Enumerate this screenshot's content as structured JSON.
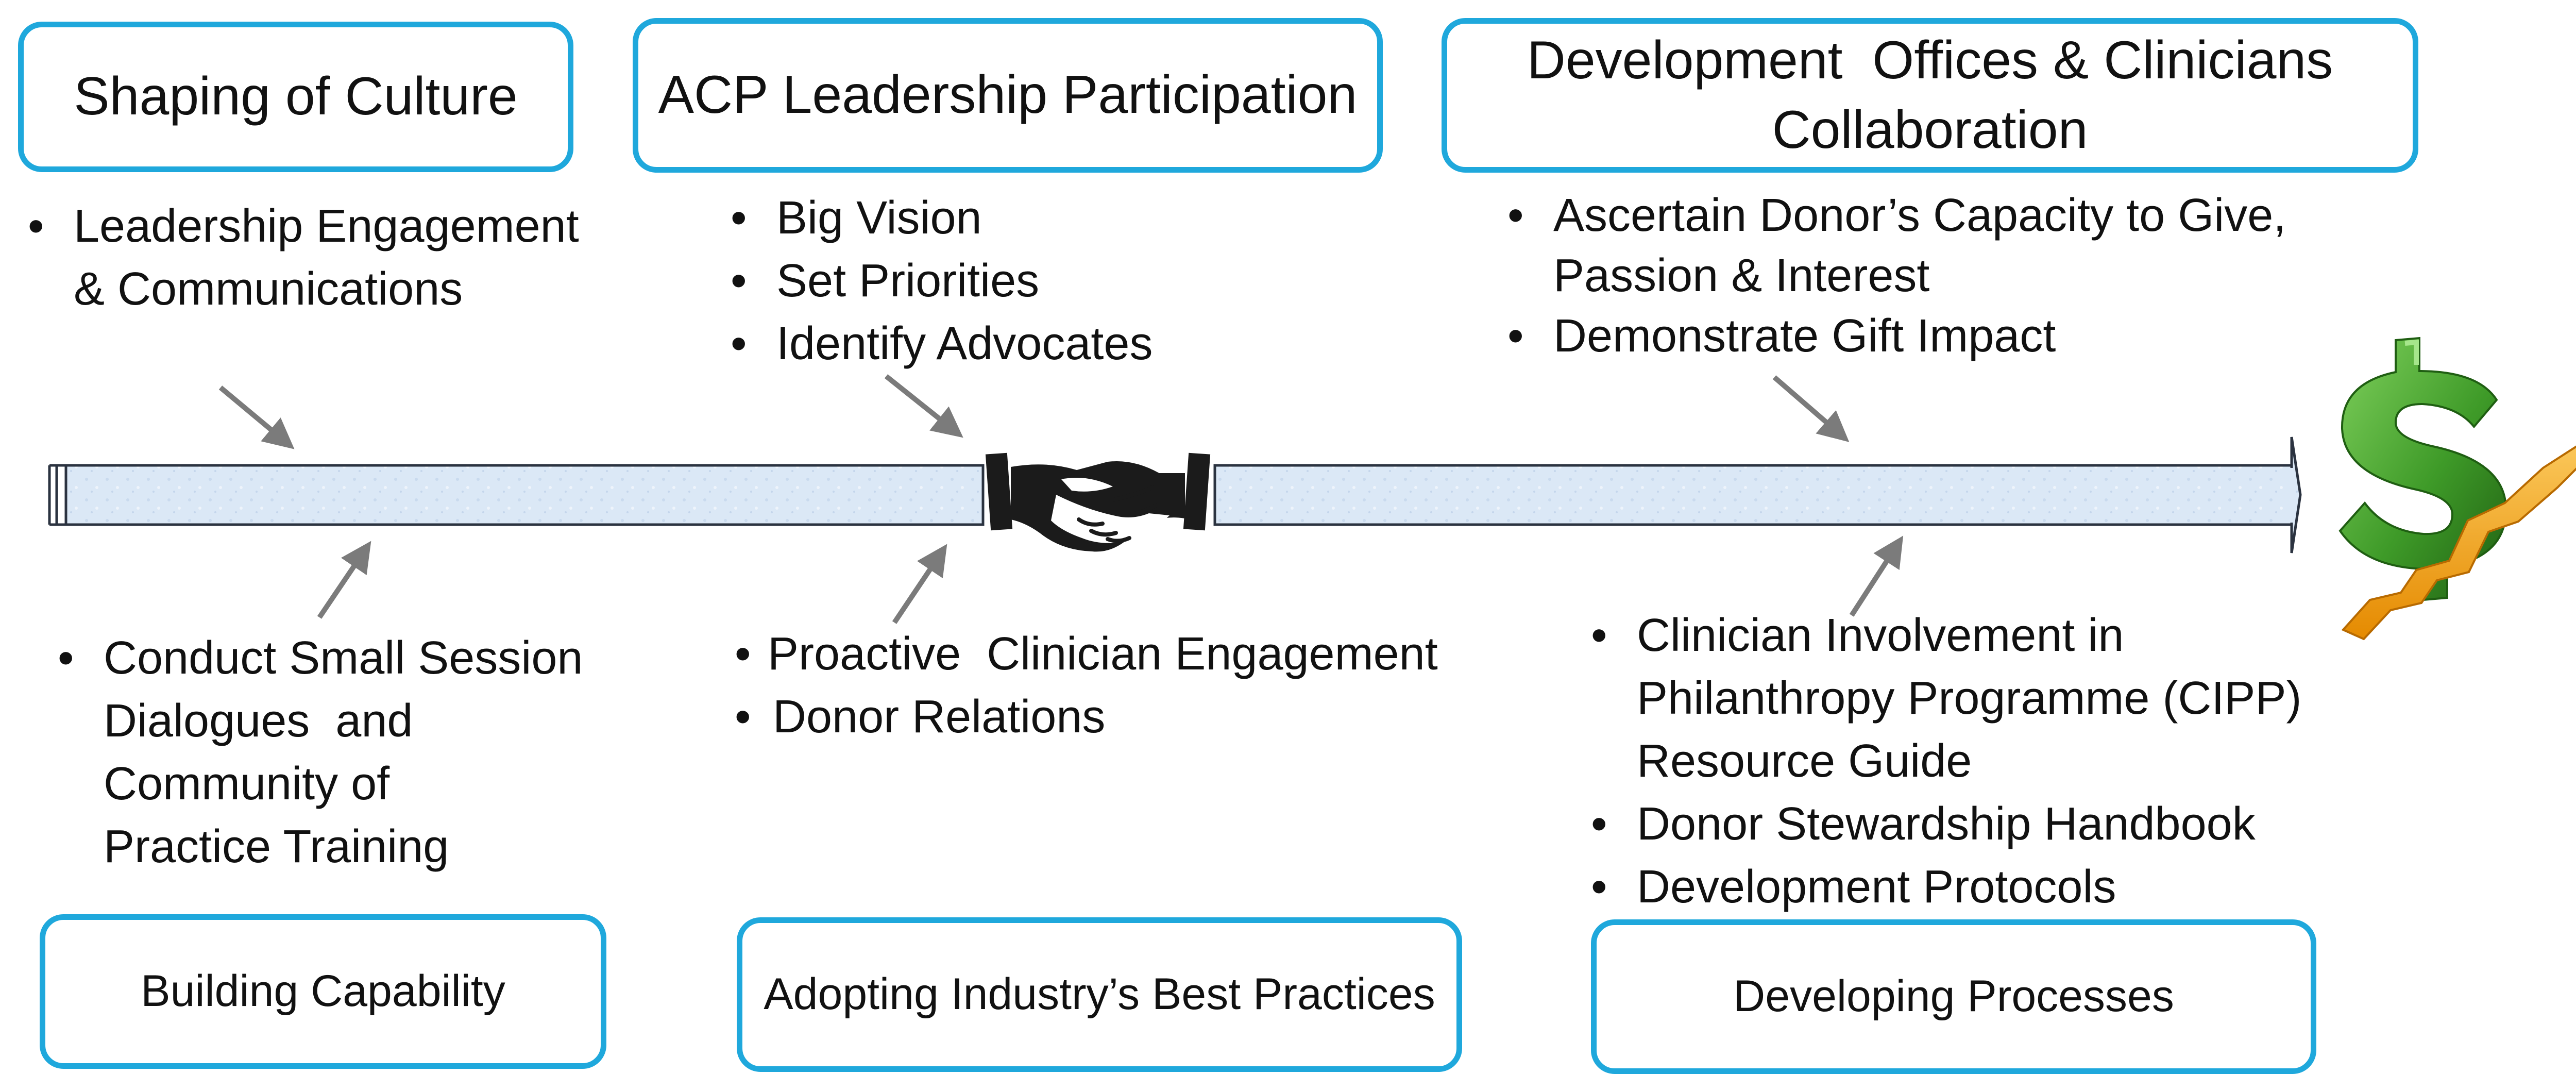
{
  "top_boxes": {
    "culture": "Shaping of Culture",
    "leadership": "ACP Leadership Participation",
    "development_line1": "Development  Offices & Clinicians",
    "development_line2": "Collaboration"
  },
  "top_bullets": {
    "culture": [
      "Leadership Engagement",
      "& Communications"
    ],
    "leadership": [
      "Big Vision",
      "Set Priorities",
      "Identify Advocates"
    ],
    "development": [
      [
        "Ascertain Donor’s Capacity to Give,",
        "Passion & Interest"
      ],
      [
        "Demonstrate Gift Impact"
      ]
    ]
  },
  "bottom_bullets": {
    "capability": [
      [
        "Conduct Small Session",
        "Dialogues  and",
        "Community of",
        "Practice Training"
      ]
    ],
    "best_practices": [
      "Proactive  Clinician Engagement",
      "Donor Relations"
    ],
    "processes": [
      [
        "Clinician Involvement in",
        "Philanthropy Programme (CIPP)",
        "Resource Guide"
      ],
      [
        "Donor Stewardship Handbook"
      ],
      [
        "Development Protocols"
      ]
    ]
  },
  "bottom_boxes": {
    "capability": "Building Capability",
    "best_practices": "Adopting Industry’s Best Practices",
    "processes": "Developing Processes"
  },
  "icons": {
    "center": "handshake-icon",
    "end": "dollar-growth-icon"
  },
  "colors": {
    "box_border": "#1fa8dc",
    "arrow_fill": "#dbe8f6",
    "arrow_stroke": "#2b3340",
    "pointer": "#7b7b7b",
    "dollar_green": "#3e9a28",
    "growth_orange": "#f0a114"
  }
}
